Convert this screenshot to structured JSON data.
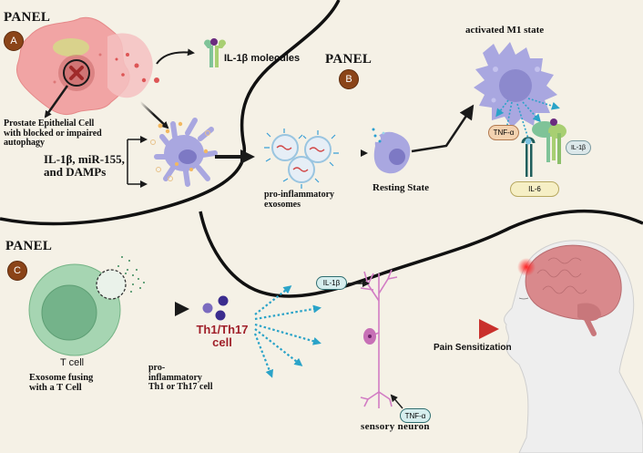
{
  "panels": {
    "a": {
      "title": "PANEL",
      "badge": "A"
    },
    "b": {
      "title": "PANEL",
      "badge": "B"
    },
    "c": {
      "title": "PANEL",
      "badge": "C"
    }
  },
  "panel_a": {
    "il1b_molecules": "IL-1β molecules",
    "prostate_cell_caption": [
      "Prostate Epithelial Cell",
      "with blocked or impaired",
      "autophagy"
    ],
    "secreted_factors": [
      "IL-1β, miR-155,",
      "and DAMPs"
    ]
  },
  "panel_b": {
    "exosomes_caption": [
      "pro-inflammatory",
      "exosomes"
    ],
    "resting_state": "Resting State",
    "activated_state": "activated M1 state",
    "cytokines": {
      "tnf": "TNF-α",
      "il1b": "IL-1β",
      "il6": "IL-6"
    }
  },
  "panel_c": {
    "tcell_label": "T cell",
    "tcell_caption": [
      "Exosome fusing",
      "with a T Cell"
    ],
    "th_cell_label": [
      "Th1/Th17",
      "cell"
    ],
    "th_caption": [
      "pro-",
      "inflammatory",
      "Th1 or Th17 cell"
    ],
    "neuron_il1b": "IL-1β",
    "neuron_tnf": "TNF-α",
    "neuron_caption": "sensory neuron",
    "pain_caption": "Pain Sensitization"
  },
  "colors": {
    "background": "#f5f1e6",
    "badge": "#8b4418",
    "th_cell_text": "#a0202a",
    "macrophage": "#a9a7e0",
    "tcell": "#9ccfa8",
    "neuron": "#d27cc4",
    "pain_arrow": "#c9302c",
    "dotted_arrow": "#2aa3c8"
  }
}
